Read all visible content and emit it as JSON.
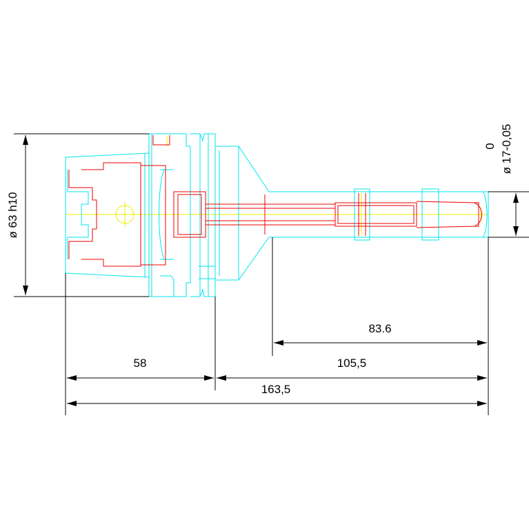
{
  "drawing": {
    "dimensions": {
      "diameter_body": "ø 63 h10",
      "diameter_shank": "ø 17-0,05",
      "tolerance_upper": "0",
      "length_83": "83.6",
      "length_58": "58",
      "length_105": "105,5",
      "length_total": "163,5"
    },
    "colors": {
      "background": "#ffffff",
      "outline": "#00e5ee",
      "hidden_internal": "#ee0000",
      "center_line": "#eeee00",
      "dimension": "#000000"
    }
  }
}
